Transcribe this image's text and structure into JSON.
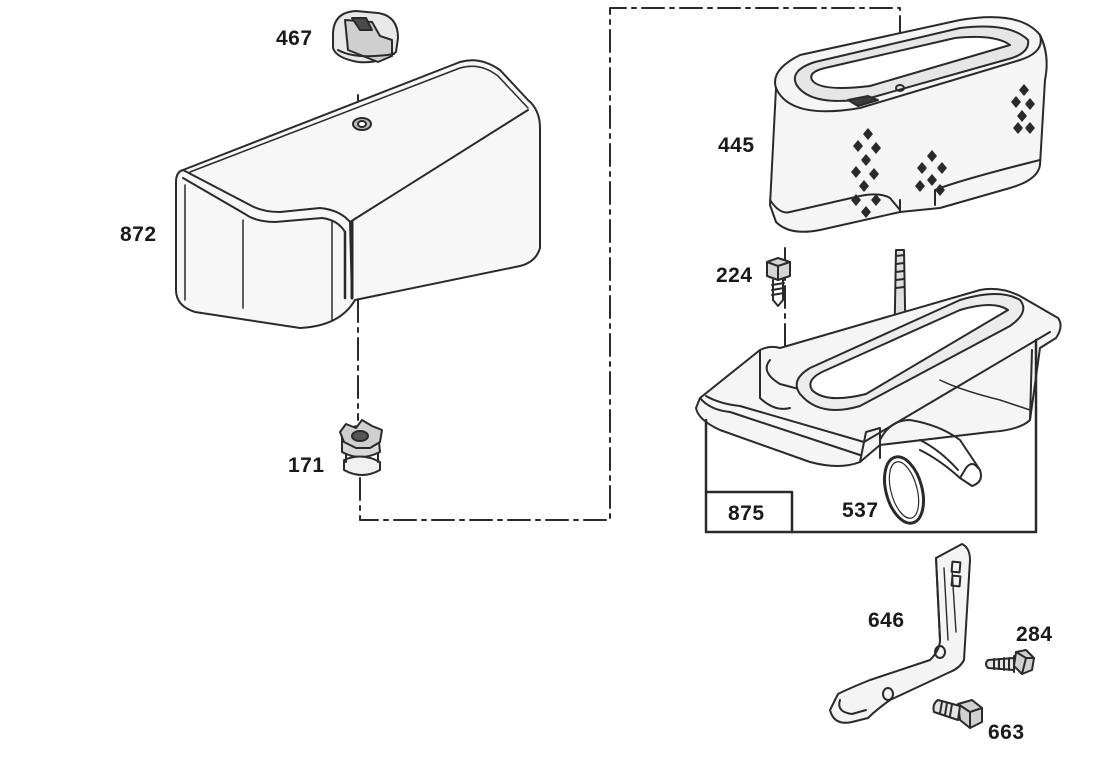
{
  "labels": {
    "p467": "467",
    "p872": "872",
    "p171": "171",
    "p445": "445",
    "p224": "224",
    "p875": "875",
    "p537": "537",
    "p646": "646",
    "p284": "284",
    "p663": "663"
  },
  "colors": {
    "line": "#2a2a2a",
    "fill": "#f4f4f4",
    "shade": "#d8d8d8",
    "dark": "#3a3a3a"
  }
}
